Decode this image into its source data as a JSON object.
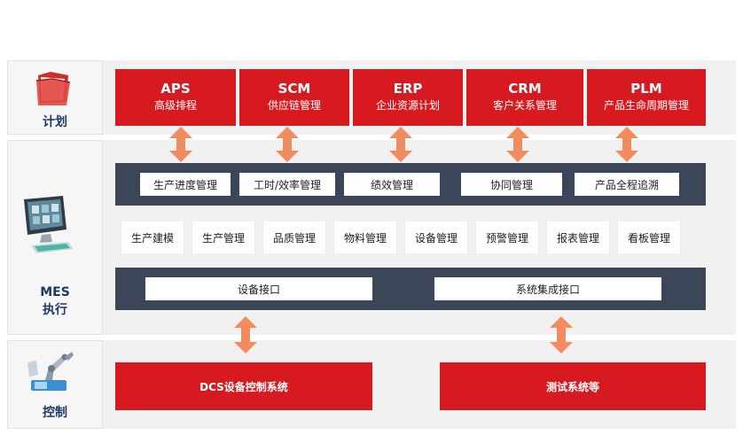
{
  "layers": {
    "plan": {
      "label": "计划"
    },
    "exec": {
      "label_top": "MES",
      "label_bottom": "执行"
    },
    "control": {
      "label": "控制"
    }
  },
  "plan_systems": [
    {
      "code": "APS",
      "name": "高级排程"
    },
    {
      "code": "SCM",
      "name": "供应链管理"
    },
    {
      "code": "ERP",
      "name": "企业资源计划"
    },
    {
      "code": "CRM",
      "name": "客户关系管理"
    },
    {
      "code": "PLM",
      "name": "产品生命周期管理"
    }
  ],
  "mes_top_modules": [
    "生产进度管理",
    "工时/效率管理",
    "绩效管理",
    "协同管理",
    "产品全程追溯"
  ],
  "mes_core_modules": [
    "生产建模",
    "生产管理",
    "品质管理",
    "物料管理",
    "设备管理",
    "预警管理",
    "报表管理",
    "看板管理"
  ],
  "interfaces": [
    "设备接口",
    "系统集成接口"
  ],
  "control_systems": [
    "DCS设备控制系统",
    "测试系统等"
  ],
  "colors": {
    "red": "#d71920",
    "navy": "#3b4658",
    "arrow": "#f28c5e",
    "band": "#f1f1f1",
    "label": "#1f3b63"
  },
  "icons": {
    "plan": "folder-stack-icon",
    "exec": "computer-monitor-icon",
    "control": "robot-arm-icon"
  }
}
